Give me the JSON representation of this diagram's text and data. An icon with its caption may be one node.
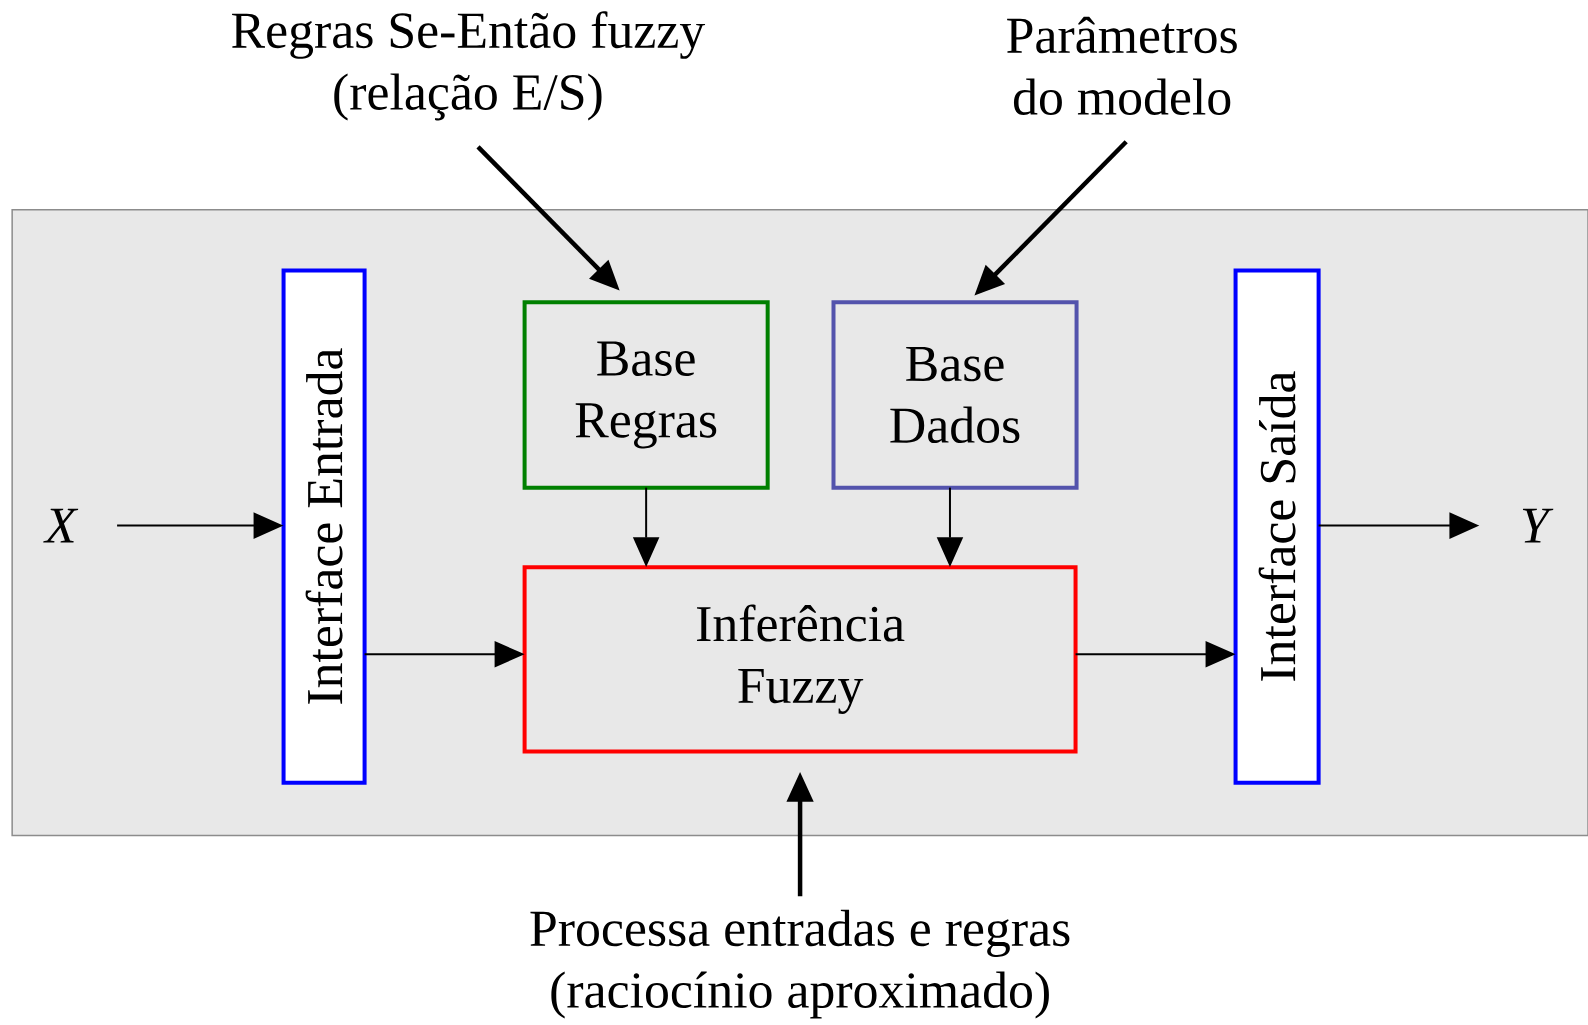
{
  "diagram": {
    "nodes": [
      {
        "text": [
          "Regras Se-Então fuzzy (relação E/S)"
        ]
      },
      {
        "text": [
          "Parâmetros do modelo"
        ]
      },
      {
        "text": [],
        "shape": "box"
      },
      {
        "text": [
          "X"
        ],
        "in": 2
      },
      {
        "text": [
          "Interface Entrada"
        ],
        "in": 2
      },
      {
        "text": [
          "Base Regras"
        ],
        "in": 2
      },
      {
        "text": [
          "Base Dados"
        ],
        "in": 2
      },
      {
        "text": [
          "Inferência Fuzzy"
        ],
        "in": 2
      },
      {
        "text": [
          "Interface Saída"
        ],
        "in": 2
      },
      {
        "text": [
          "Y"
        ],
        "in": 2
      },
      {
        "text": [
          "Processa entradas e regras (raciocínio aproximado)"
        ]
      }
    ],
    "edges": [
      {
        "from": 0,
        "to": 5,
        "arrow": "to",
        "style": "thick"
      },
      {
        "from": 1,
        "to": 6,
        "arrow": "to",
        "style": "thick"
      },
      {
        "from": 3,
        "to": 4,
        "arrow": "to"
      },
      {
        "from": 4,
        "to": 7,
        "arrow": "to"
      },
      {
        "from": 5,
        "to": 7,
        "arrow": "to"
      },
      {
        "from": 6,
        "to": 7,
        "arrow": "to"
      },
      {
        "from": 7,
        "to": 8,
        "arrow": "to"
      },
      {
        "from": 8,
        "to": 9,
        "arrow": "to"
      },
      {
        "from": 10,
        "to": 7,
        "arrow": "to",
        "style": "thick"
      }
    ]
  }
}
